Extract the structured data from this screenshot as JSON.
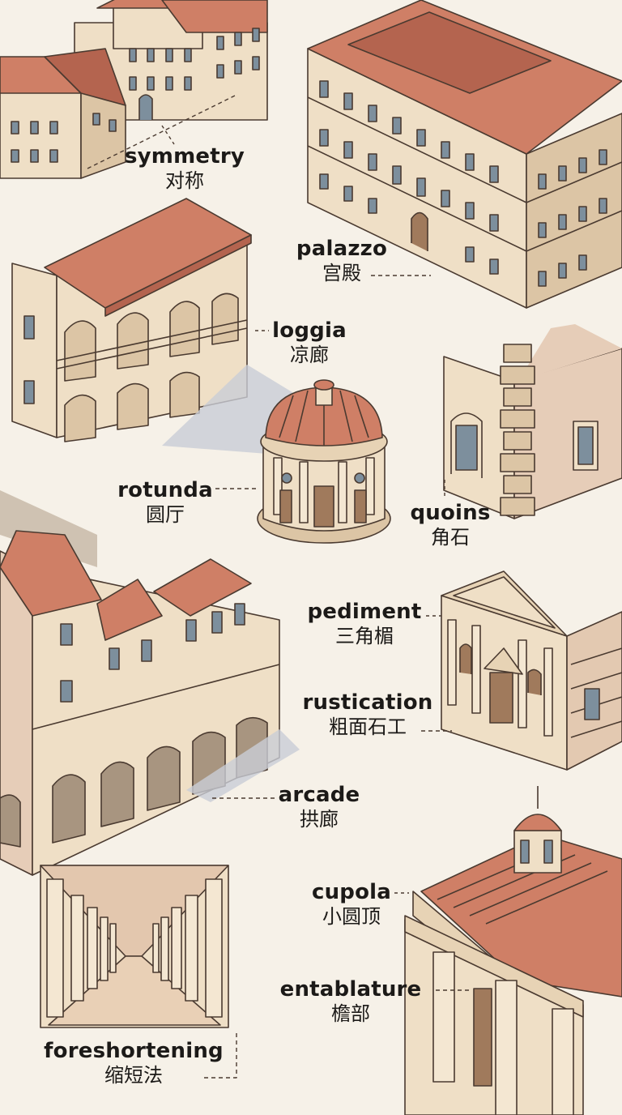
{
  "palette": {
    "background": "#f6f1e8",
    "wall": "#efdfc6",
    "wall_shade": "#dcc5a5",
    "roof": "#cf7f66",
    "roof_shade": "#b4644f",
    "window": "#7d8f9d",
    "outline": "#4a3a30",
    "shadow": "#c9cdd6"
  },
  "terms": [
    {
      "id": "symmetry",
      "en": "symmetry",
      "zh": "对称"
    },
    {
      "id": "palazzo",
      "en": "palazzo",
      "zh": "宫殿"
    },
    {
      "id": "loggia",
      "en": "loggia",
      "zh": "凉廊"
    },
    {
      "id": "rotunda",
      "en": "rotunda",
      "zh": "圆厅"
    },
    {
      "id": "quoins",
      "en": "quoins",
      "zh": "角石"
    },
    {
      "id": "pediment",
      "en": "pediment",
      "zh": "三角楣"
    },
    {
      "id": "rustication",
      "en": "rustication",
      "zh": "粗面石工"
    },
    {
      "id": "arcade",
      "en": "arcade",
      "zh": "拱廊"
    },
    {
      "id": "cupola",
      "en": "cupola",
      "zh": "小圆顶"
    },
    {
      "id": "entablature",
      "en": "entablature",
      "zh": "檐部"
    },
    {
      "id": "foreshortening",
      "en": "foreshortening",
      "zh": "缩短法"
    }
  ]
}
